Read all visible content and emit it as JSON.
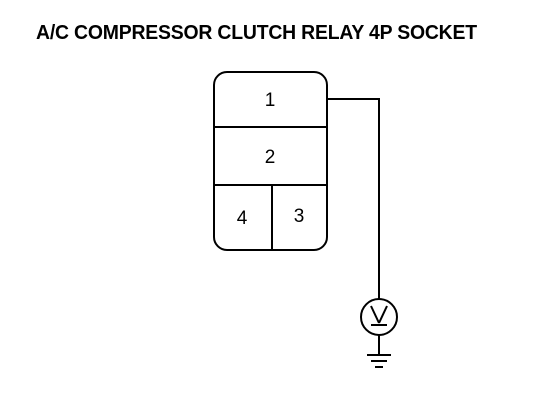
{
  "title": "A/C COMPRESSOR CLUTCH RELAY 4P SOCKET",
  "connector": {
    "name": "4P SOCKET",
    "terminals": [
      {
        "label": "1"
      },
      {
        "label": "2"
      },
      {
        "label": "4"
      },
      {
        "label": "3"
      }
    ],
    "probe_terminal": "1"
  },
  "circuit": {
    "meter_icon": "voltmeter-icon",
    "ground_icon": "ground-icon"
  },
  "colors": {
    "line": "#000000",
    "background": "#ffffff"
  }
}
